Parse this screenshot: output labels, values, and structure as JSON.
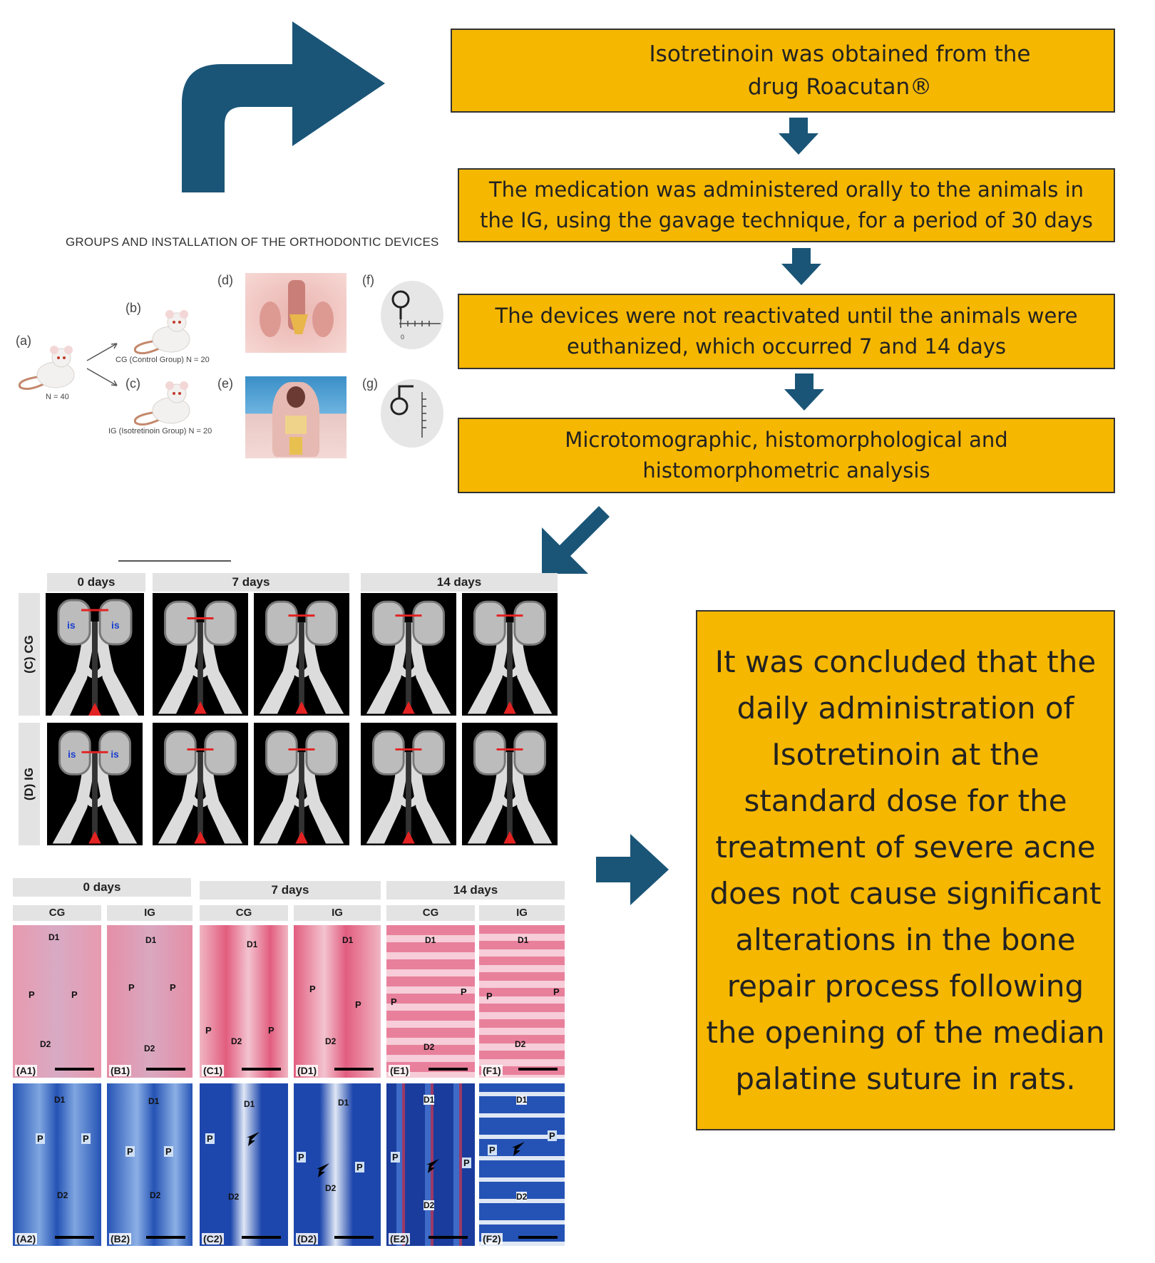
{
  "flow": {
    "step1": "Isotretinoin was obtained from the drug Roacutan®",
    "step2": "The medication was administered orally to the animals in the IG, using the gavage technique, for a period of 30 days",
    "step3": "The devices were not reactivated until the animals were euthanized, which occurred 7 and 14 days",
    "step4": "Microtomographic, histomorphological and histomorphometric analysis",
    "conclusion": "It was concluded that the daily administration of Isotretinoin at the standard dose for the treatment of severe acne does not cause significant alterations in the bone repair process following the opening of the median palatine suture in rats."
  },
  "groups_panel": {
    "title": "GROUPS AND INSTALLATION OF THE ORTHODONTIC DEVICES",
    "label_a": "(a)",
    "label_b": "(b)",
    "label_c": "(c)",
    "label_d": "(d)",
    "label_e": "(e)",
    "label_f": "(f)",
    "label_g": "(g)",
    "n_total": "N = 40",
    "cg_label": "CG (Control Group) N = 20",
    "ig_label": "IG (Isotretinoin Group) N = 20"
  },
  "microct": {
    "headers": [
      "0 days",
      "7 days",
      "14 days"
    ],
    "row_labels": [
      "(C) CG",
      "(D) IG"
    ],
    "is_label": "is"
  },
  "histology": {
    "headers": [
      "0 days",
      "7 days",
      "14 days"
    ],
    "subheaders": [
      "CG",
      "IG",
      "CG",
      "IG",
      "CG",
      "IG"
    ],
    "row1_ids": [
      "(A1)",
      "(B1)",
      "(C1)",
      "(D1)",
      "(E1)",
      "(F1)"
    ],
    "row2_ids": [
      "(A2)",
      "(B2)",
      "(C2)",
      "(D2)",
      "(E2)",
      "(F2)"
    ],
    "p_label": "P",
    "d1_label": "D1",
    "d2_label": "D2"
  },
  "colors": {
    "flow_box": "#f5b700",
    "arrow": "#1a5577",
    "he_stain": "#e88fa6",
    "masson_stain": "#2e55b8"
  }
}
